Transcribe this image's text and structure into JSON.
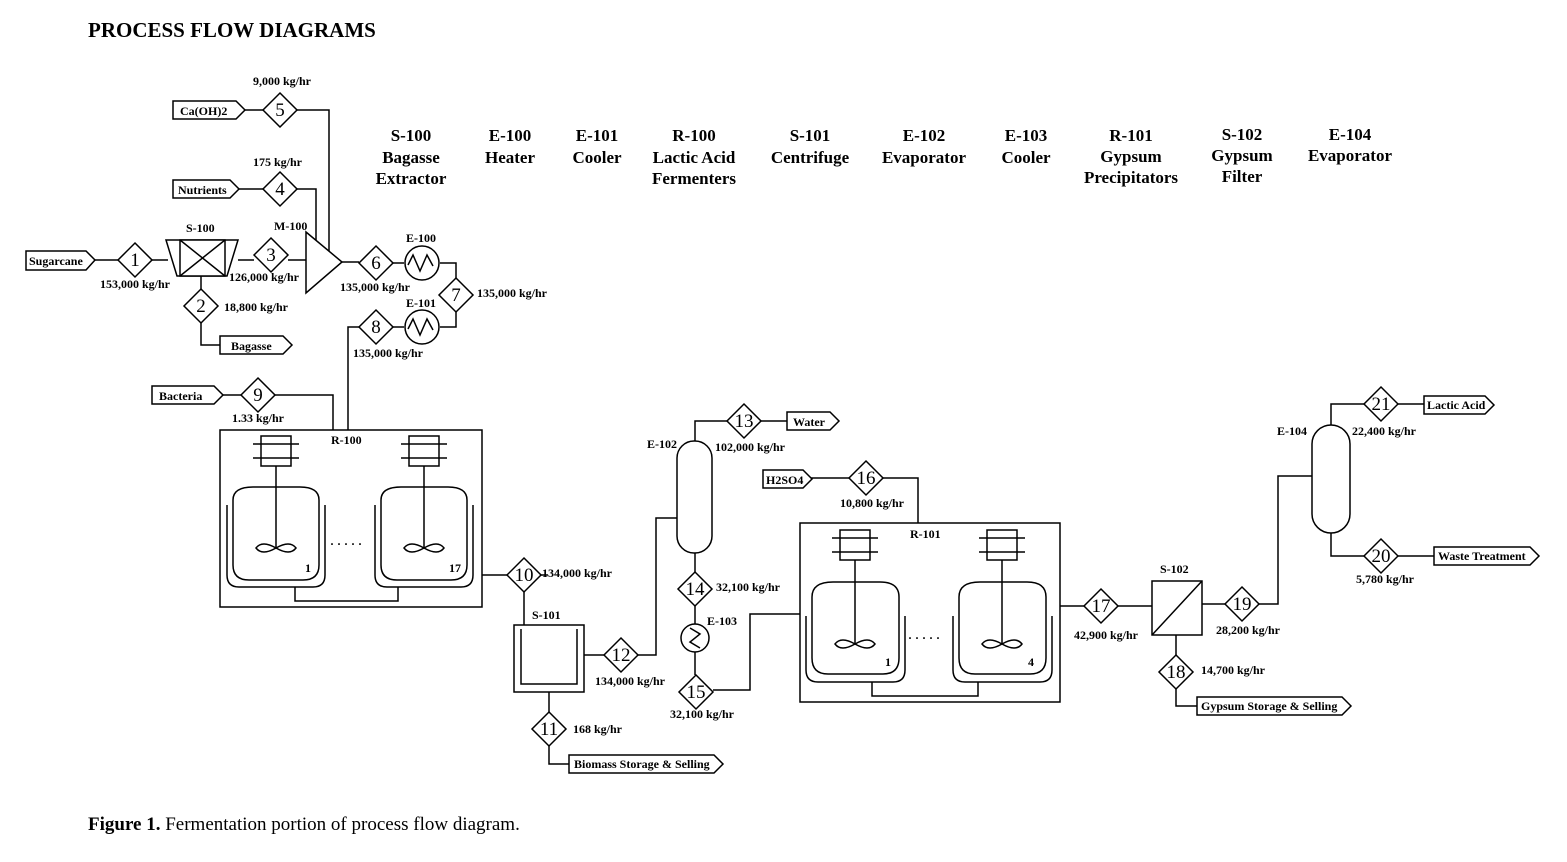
{
  "title": "PROCESS FLOW DIAGRAMS",
  "caption": {
    "label": "Figure 1.",
    "text": " Fermentation portion of process flow diagram."
  },
  "legend": [
    {
      "tag": "S-100",
      "l1": "Bagasse",
      "l2": "Extractor",
      "l3": ""
    },
    {
      "tag": "E-100",
      "l1": "Heater",
      "l2": "",
      "l3": ""
    },
    {
      "tag": "E-101",
      "l1": "Cooler",
      "l2": "",
      "l3": ""
    },
    {
      "tag": "R-100",
      "l1": "Lactic Acid",
      "l2": "Fermenters",
      "l3": ""
    },
    {
      "tag": "S-101",
      "l1": "Centrifuge",
      "l2": "",
      "l3": ""
    },
    {
      "tag": "E-102",
      "l1": "Evaporator",
      "l2": "",
      "l3": ""
    },
    {
      "tag": "E-103",
      "l1": "Cooler",
      "l2": "",
      "l3": ""
    },
    {
      "tag": "R-101",
      "l1": "Gypsum",
      "l2": "Precipitators",
      "l3": ""
    },
    {
      "tag": "S-102",
      "l1": "Gypsum",
      "l2": "Filter",
      "l3": ""
    },
    {
      "tag": "E-104",
      "l1": "Evaporator",
      "l2": "",
      "l3": ""
    }
  ],
  "streams": [
    {
      "id": "1",
      "flow": "153,000 kg/hr"
    },
    {
      "id": "2",
      "flow": "18,800 kg/hr"
    },
    {
      "id": "3",
      "flow": "126,000 kg/hr"
    },
    {
      "id": "4",
      "flow": "175 kg/hr"
    },
    {
      "id": "5",
      "flow": "9,000 kg/hr"
    },
    {
      "id": "6",
      "flow": "135,000 kg/hr"
    },
    {
      "id": "7",
      "flow": "135,000 kg/hr"
    },
    {
      "id": "8",
      "flow": "135,000 kg/hr"
    },
    {
      "id": "9",
      "flow": "1.33 kg/hr"
    },
    {
      "id": "10",
      "flow": "134,000 kg/hr"
    },
    {
      "id": "11",
      "flow": "168 kg/hr"
    },
    {
      "id": "12",
      "flow": "134,000 kg/hr"
    },
    {
      "id": "13",
      "flow": "102,000 kg/hr"
    },
    {
      "id": "14",
      "flow": "32,100 kg/hr"
    },
    {
      "id": "15",
      "flow": "32,100 kg/hr"
    },
    {
      "id": "16",
      "flow": "10,800 kg/hr"
    },
    {
      "id": "17",
      "flow": "42,900 kg/hr"
    },
    {
      "id": "18",
      "flow": "14,700 kg/hr"
    },
    {
      "id": "19",
      "flow": "28,200 kg/hr"
    },
    {
      "id": "20",
      "flow": "5,780 kg/hr"
    },
    {
      "id": "21",
      "flow": "22,400 kg/hr"
    }
  ],
  "terminals": {
    "sugarcane": "Sugarcane",
    "caoh2": "Ca(OH)2",
    "nutrients": "Nutrients",
    "bagasse": "Bagasse",
    "bacteria": "Bacteria",
    "water": "Water",
    "h2so4": "H2SO4",
    "biomass": "Biomass Storage & Selling",
    "gypsum": "Gypsum Storage & Selling",
    "lactic": "Lactic Acid",
    "waste": "Waste Treatment"
  },
  "equipment": {
    "s100": "S-100",
    "m100": "M-100",
    "e100": "E-100",
    "e101": "E-101",
    "r100": "R-100",
    "s101": "S-101",
    "e102": "E-102",
    "e103": "E-103",
    "r101": "R-101",
    "s102": "S-102",
    "e104": "E-104"
  },
  "reactor_counts": {
    "r100_first": "1",
    "r100_last": "17",
    "r101_first": "1",
    "r101_last": "4"
  },
  "dots": "· · · · ·"
}
